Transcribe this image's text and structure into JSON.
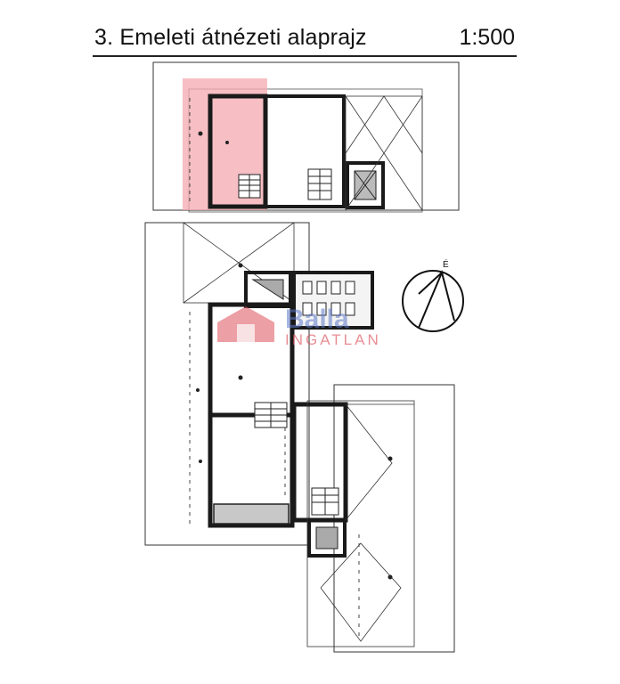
{
  "header": {
    "title": "3. Emeleti átnézeti alaprajz",
    "scale": "1:500"
  },
  "compass": {
    "north_label": "É"
  },
  "watermark": {
    "brand_word": "Balla",
    "brand_subword": "INGATLAN"
  },
  "colors": {
    "highlight": "#f4a9b0",
    "wall": "#1a1a1a",
    "watermark_blue": "#5c78c8",
    "watermark_red": "#dc505a"
  }
}
